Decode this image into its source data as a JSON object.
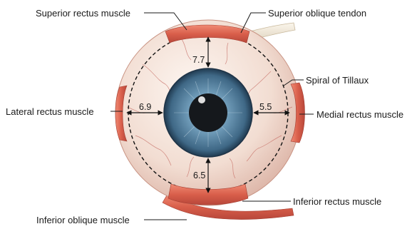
{
  "labels": {
    "superior_rectus": "Superior rectus muscle",
    "superior_oblique": "Superior oblique tendon",
    "spiral_of_tillaux": "Spiral of Tillaux",
    "lateral_rectus": "Lateral rectus muscle",
    "medial_rectus": "Medial rectus muscle",
    "inferior_rectus": "Inferior rectus muscle",
    "inferior_oblique": "Inferior oblique muscle"
  },
  "measurements": {
    "superior": "7.7",
    "lateral": "6.9",
    "medial": "5.5",
    "inferior": "6.5"
  },
  "colors": {
    "sclera": "#f3e1d8",
    "muscle": "#e0705c",
    "iris": "#5a86a4",
    "pupil": "#15181c",
    "tendon": "#efe6d6"
  }
}
